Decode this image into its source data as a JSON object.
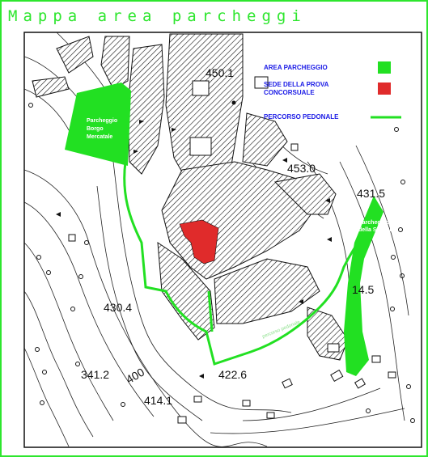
{
  "title": "Mappa area parcheggi",
  "legend": {
    "items": [
      {
        "label": "AREA PARCHEGGIO",
        "color": "#22e022",
        "symbol": "square"
      },
      {
        "label_line1": "SEDE DELLA PROVA",
        "label_line2": "CONCORSUALE",
        "color": "#e02b2b",
        "symbol": "square"
      },
      {
        "label": "PERCORSO PEDONALE",
        "color": "#22e022",
        "symbol": "line"
      }
    ]
  },
  "parking": {
    "borgo": {
      "line1": "Parcheggio",
      "line2": "Borgo",
      "line3": "Mercatale"
    },
    "stazione": {
      "line1": "Parcheggio",
      "line2": "della Stazione"
    }
  },
  "elevations": [
    "450.1",
    "453.0",
    "431.5",
    "14.5",
    "430.4",
    "341.2",
    "400",
    "422.6",
    "414.1"
  ],
  "walkway_label": "percorso pedonale",
  "colors": {
    "parking": "#22e022",
    "venue": "#e02b2b",
    "title": "#2ee62e",
    "legend_text": "#1a1ae6"
  }
}
